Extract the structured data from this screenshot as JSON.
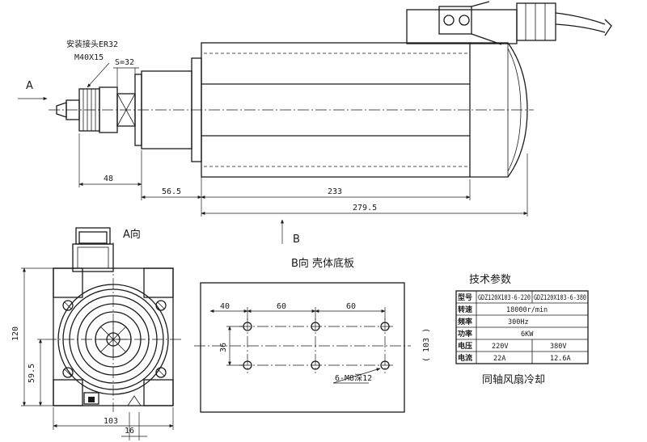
{
  "side_view": {
    "mount_label_1": "安装接头ER32",
    "mount_label_2": "M40X15",
    "wrench_size": "S=32",
    "view_arrow_a": "A",
    "view_arrow_b": "B",
    "dim_48": "48",
    "dim_56_5": "56.5",
    "dim_233": "233",
    "dim_279_5": "279.5"
  },
  "end_view": {
    "title": "A向",
    "dim_120": "120",
    "dim_59_5": "59.5",
    "dim_103": "103",
    "dim_16": "16"
  },
  "base_view": {
    "title": "B向 壳体底板",
    "dim_40": "40",
    "dim_60a": "60",
    "dim_60b": "60",
    "dim_36": "36",
    "dim_103": "( 103 )",
    "hole_note": "6-M8深12"
  },
  "spec_table": {
    "title": "技术参数",
    "rows": [
      {
        "label": "型号",
        "col1": "GDZ120X103-6-220",
        "col2": "GDZ120X103-6-380"
      },
      {
        "label": "转速",
        "merged": "18000r/min"
      },
      {
        "label": "频率",
        "merged": "300Hz"
      },
      {
        "label": "功率",
        "merged": "6KW"
      },
      {
        "label": "电压",
        "col1": "220V",
        "col2": "380V"
      },
      {
        "label": "电流",
        "col1": "22A",
        "col2": "12.6A"
      }
    ],
    "footer": "同轴风扇冷却"
  }
}
